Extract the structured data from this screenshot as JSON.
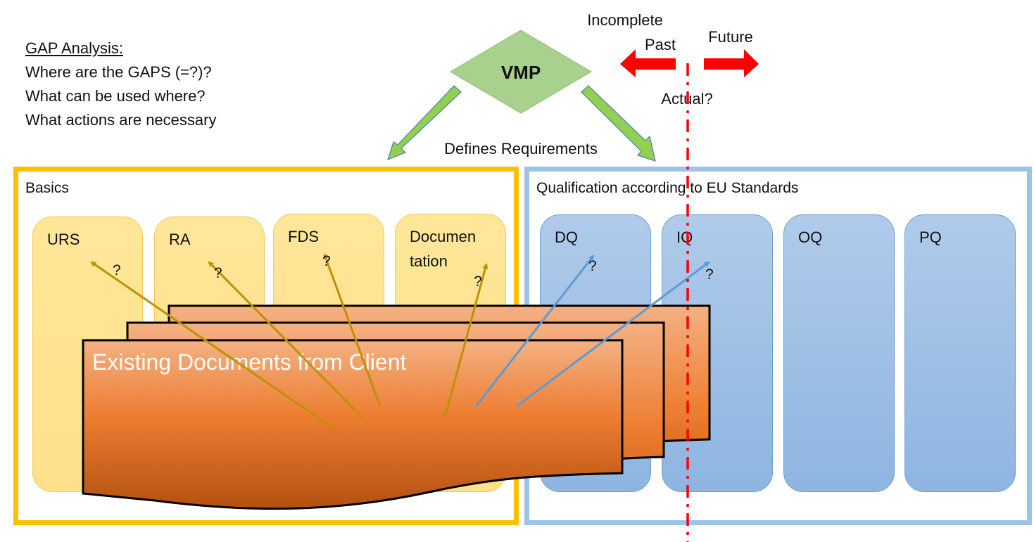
{
  "gap_analysis": {
    "title": "GAP Analysis:",
    "lines": [
      "Where are the GAPS (=?)?",
      "What can be used where?",
      "What actions are necessary"
    ]
  },
  "vmp": {
    "label": "VMP",
    "arrow_caption": "Defines Requirements",
    "fill_color": "#a9d18e"
  },
  "timeline": {
    "incomplete_label": "Incomplete",
    "past_label": "Past",
    "future_label": "Future",
    "actual_label": "Actual?",
    "arrow_color": "#ff0000"
  },
  "basics": {
    "title": "Basics",
    "border_color": "#ffc000",
    "cards": [
      {
        "label": "URS",
        "mark": "?"
      },
      {
        "label": "RA",
        "mark": "?"
      },
      {
        "label": "FDS",
        "mark": "?"
      },
      {
        "label": "Documen\ntation",
        "mark": "?"
      }
    ]
  },
  "qualification": {
    "title": "Qualification according to EU Standards",
    "border_color": "#9dc3e6",
    "cards": [
      {
        "label": "DQ",
        "mark": "?"
      },
      {
        "label": "IQ",
        "mark": "?"
      },
      {
        "label": "OQ",
        "mark": ""
      },
      {
        "label": "PQ",
        "mark": ""
      }
    ]
  },
  "documents": {
    "label": "Existing Documents from Client"
  }
}
